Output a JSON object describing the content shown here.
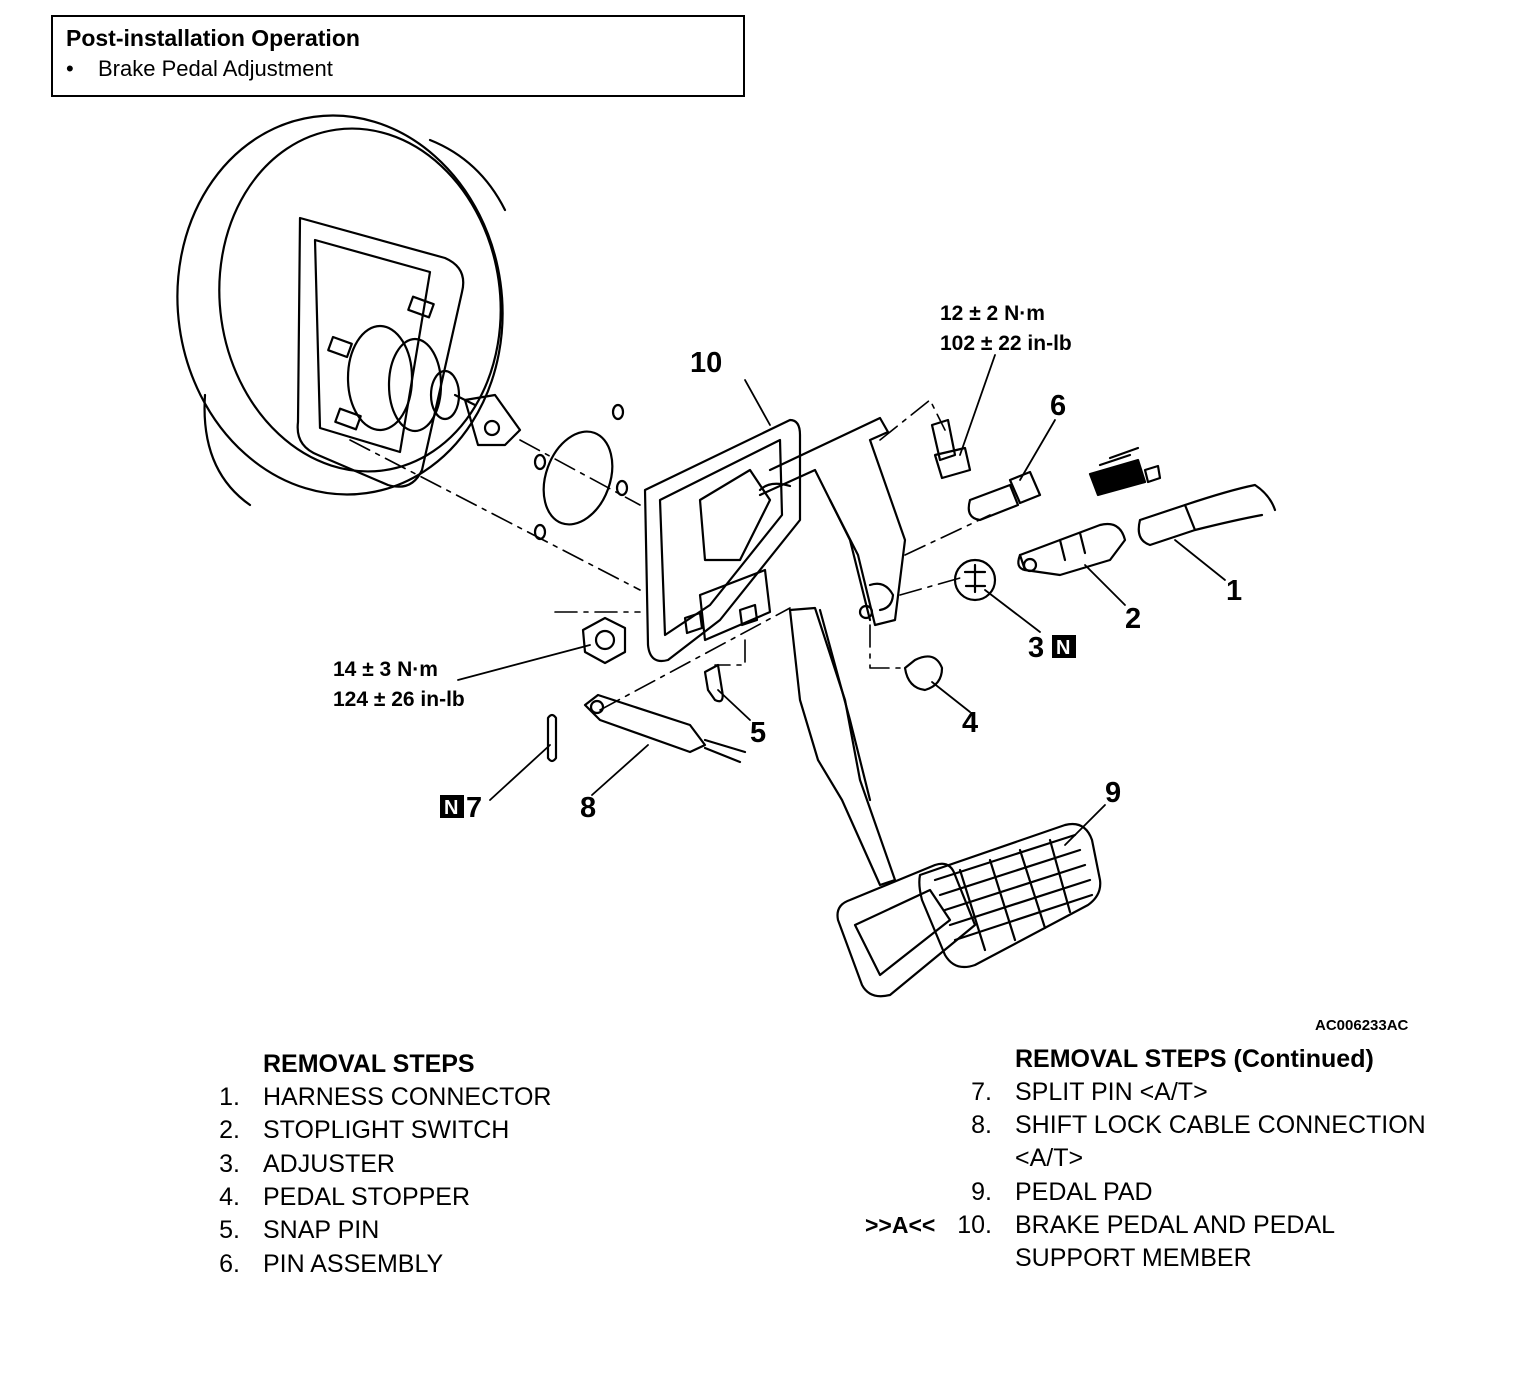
{
  "header": {
    "title": "Post-installation Operation",
    "items": [
      "Brake Pedal Adjustment"
    ]
  },
  "diagram": {
    "callouts": {
      "c1": "1",
      "c2": "2",
      "c3": "3",
      "c4": "4",
      "c5": "5",
      "c6": "6",
      "c7": "7",
      "c8": "8",
      "c9": "9",
      "c10": "10",
      "n_mark": "N"
    },
    "torque_top": {
      "nm": "12 ± 2 N·m",
      "inlb": "102 ± 22 in-lb"
    },
    "torque_left": {
      "nm": "14 ± 3 N·m",
      "inlb": "124 ± 26 in-lb"
    },
    "figure_id": "AC006233AC"
  },
  "removal_left": {
    "heading": "REMOVAL STEPS",
    "steps": [
      {
        "num": "1.",
        "text": "HARNESS CONNECTOR"
      },
      {
        "num": "2.",
        "text": "STOPLIGHT SWITCH"
      },
      {
        "num": "3.",
        "text": "ADJUSTER"
      },
      {
        "num": "4.",
        "text": "PEDAL STOPPER"
      },
      {
        "num": "5.",
        "text": "SNAP PIN"
      },
      {
        "num": "6.",
        "text": "PIN ASSEMBLY"
      }
    ]
  },
  "removal_right": {
    "heading": "REMOVAL STEPS (Continued)",
    "steps": [
      {
        "num": "7.",
        "text": "SPLIT PIN <A/T>"
      },
      {
        "num": "8.",
        "text": "SHIFT LOCK CABLE CONNECTION",
        "text2": "<A/T>"
      },
      {
        "num": "9.",
        "text": "PEDAL PAD"
      },
      {
        "num": "10.",
        "text": "BRAKE PEDAL AND PEDAL",
        "text2": "SUPPORT MEMBER",
        "marker": ">>A<<"
      }
    ]
  }
}
